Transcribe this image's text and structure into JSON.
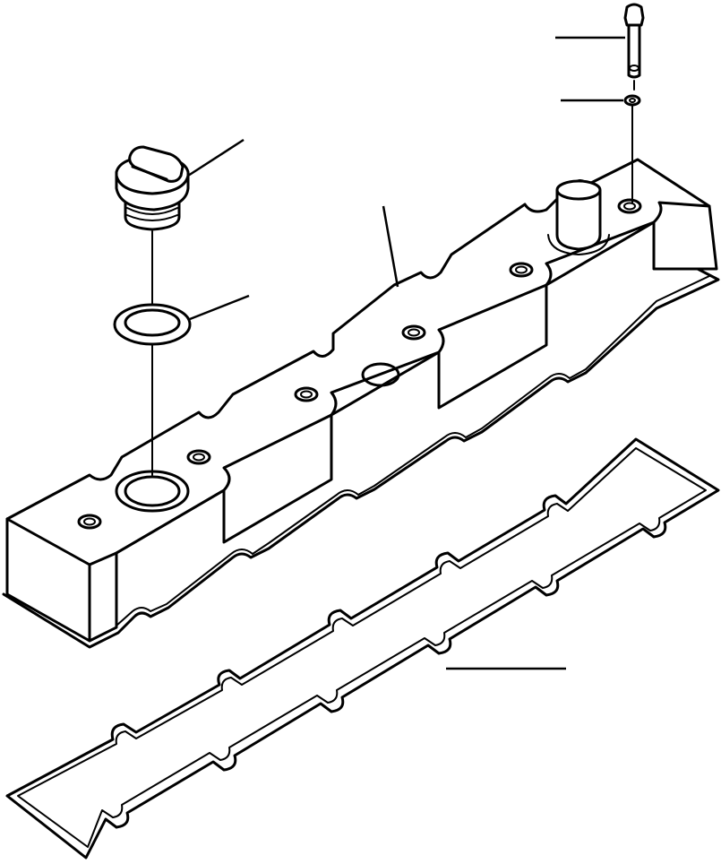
{
  "figure": {
    "kind": "exploded-parts-view",
    "colors": {
      "line": "#000000",
      "background": "#ffffff"
    },
    "parts": [
      {
        "id": "bolt",
        "icon": "bolt-icon"
      },
      {
        "id": "washer",
        "icon": "washer-icon"
      },
      {
        "id": "oil-filler-cap",
        "icon": "filler-cap-icon"
      },
      {
        "id": "o-ring",
        "icon": "o-ring-icon"
      },
      {
        "id": "valve-cover",
        "icon": "valve-cover-icon"
      },
      {
        "id": "gasket",
        "icon": "gasket-icon"
      }
    ]
  }
}
